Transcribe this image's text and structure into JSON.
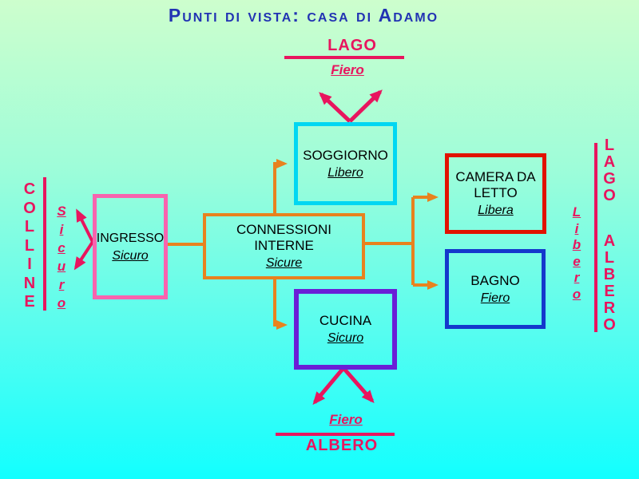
{
  "title": "Punti di vista: casa di Adamo",
  "nodes": {
    "ingresso": {
      "label": "INGRESSO",
      "status": "Sicuro"
    },
    "soggiorno": {
      "label": "SOGGIORNO",
      "status": "Libero"
    },
    "connessioni": {
      "label": "CONNESSIONI INTERNE",
      "status": "Sicure"
    },
    "camera_da_letto": {
      "label": "CAMERA DA LETTO",
      "status": "Libera"
    },
    "bagno": {
      "label": "BAGNO",
      "status": "Fiero"
    },
    "cucina": {
      "label": "CUCINA",
      "status": "Sicuro"
    }
  },
  "externals": {
    "lago_top": {
      "label": "LAGO",
      "feeling": "Fiero"
    },
    "albero_bottom": {
      "label": "ALBERO",
      "feeling": "Fiero"
    },
    "colline_left": {
      "label": "COLLINE",
      "feeling": "Sicuro"
    },
    "lago_right": {
      "label": "LAGO"
    },
    "albero_right": {
      "label": "ALBERO"
    },
    "right_feeling": "Libero"
  },
  "colors": {
    "title_blue": "#2233b3",
    "crimson": "#e8155e",
    "orange": "#e8821e",
    "pink_border": "#f863ae",
    "cyan_border": "#00d7f2",
    "red_border": "#e11200",
    "blue_border": "#1438cc",
    "purple_border": "#6a1ed6"
  }
}
